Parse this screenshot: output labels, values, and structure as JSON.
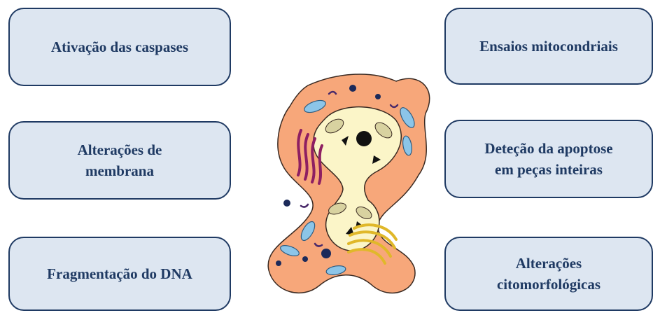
{
  "boxes": {
    "caspases": {
      "lines": [
        "Ativação das caspases"
      ]
    },
    "membrana": {
      "lines": [
        "Alterações de",
        "membrana"
      ]
    },
    "dna": {
      "lines": [
        "Fragmentação do DNA"
      ]
    },
    "mito": {
      "lines": [
        "Ensaios mitocondriais"
      ]
    },
    "deteccao": {
      "lines": [
        "Deteção da apoptose",
        "em peças inteiras"
      ]
    },
    "citomorf": {
      "lines": [
        "Alterações",
        "citomorfológicas"
      ]
    }
  },
  "colors": {
    "box_fill": "#dde6f1",
    "box_border": "#1f3a63",
    "text": "#1f3a63",
    "cytoplasm": "#f7a77a",
    "nucleus": "#fbf5c8",
    "mitochondria": "#8cc5e8",
    "golgi_yellow": "#f5d63a",
    "er_purple": "#8e1f62",
    "vesicle": "#1c2a5a"
  },
  "illustration": {
    "icon": "apoptotic-cell-icon"
  }
}
